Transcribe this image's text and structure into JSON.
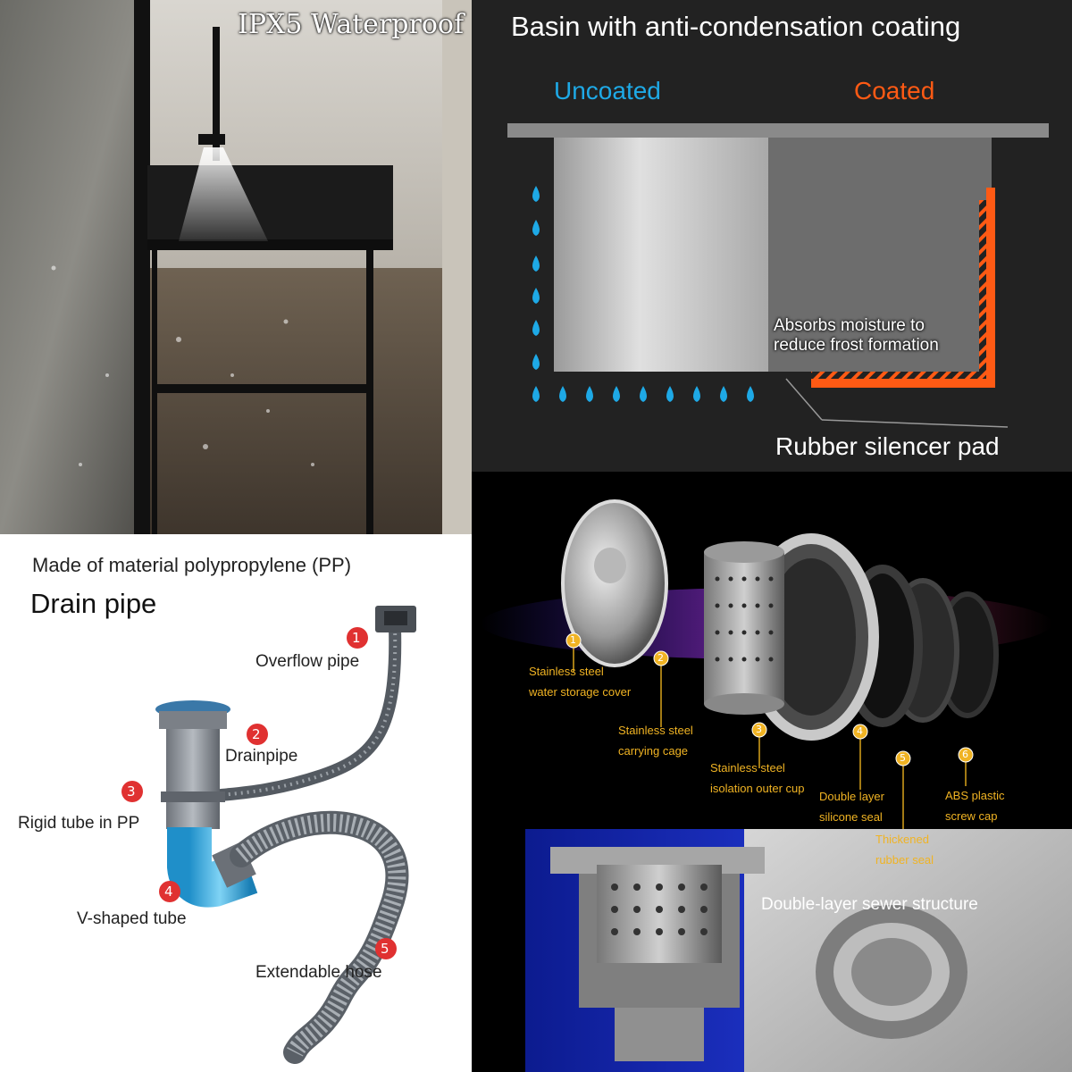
{
  "waterproof_panel": {
    "title": "IPX5 Waterproof"
  },
  "coating_panel": {
    "title": "Basin with anti-condensation coating",
    "uncoated_label": "Uncoated",
    "coated_label": "Coated",
    "moisture_note_line1": "Absorbs moisture to",
    "moisture_note_line2": "reduce frost formation",
    "pad_label": "Rubber silencer pad",
    "colors": {
      "uncoated": "#1ea9e6",
      "coated": "#ff5a14"
    }
  },
  "drain_panel": {
    "material_note": "Made of material polypropylene (PP)",
    "title": "Drain pipe",
    "parts": [
      {
        "number": "1",
        "label": "Overflow pipe"
      },
      {
        "number": "2",
        "label": "Drainpipe"
      },
      {
        "number": "3",
        "label": "Rigid tube in PP"
      },
      {
        "number": "4",
        "label": "V-shaped tube"
      },
      {
        "number": "5",
        "label": "Extendable hose"
      }
    ]
  },
  "strainer_panel": {
    "components": [
      {
        "number": "1",
        "line1": "Stainless steel",
        "line2": "water storage cover"
      },
      {
        "number": "2",
        "line1": "Stainless steel",
        "line2": "carrying cage"
      },
      {
        "number": "3",
        "line1": "Stainless steel",
        "line2": "isolation outer cup"
      },
      {
        "number": "4",
        "line1": "Double layer",
        "line2": "silicone seal"
      },
      {
        "number": "5",
        "line1": "Thickened",
        "line2": "rubber seal"
      },
      {
        "number": "6",
        "line1": "ABS plastic",
        "line2": "screw cap"
      }
    ],
    "structure_label": "Double-layer sewer structure"
  }
}
